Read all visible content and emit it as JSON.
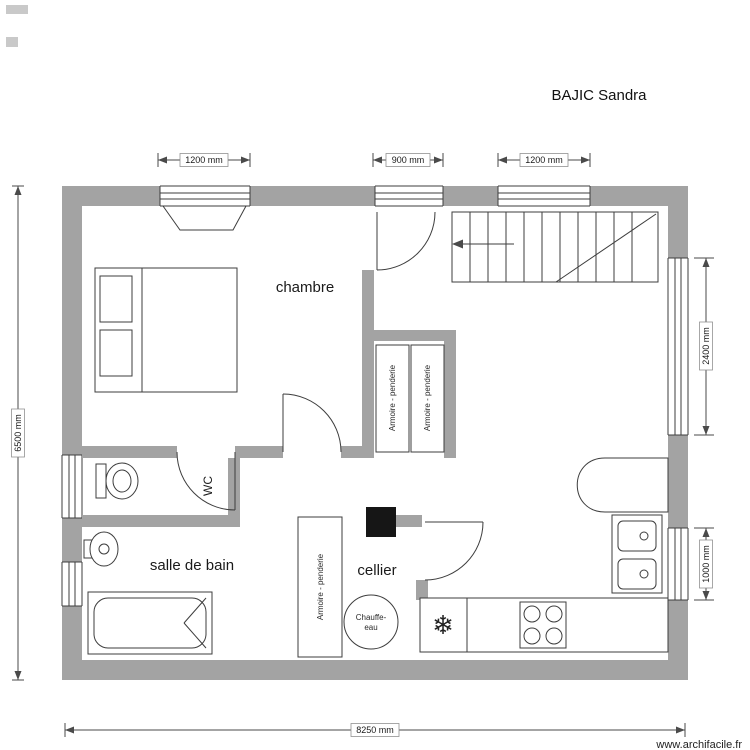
{
  "app": {
    "title": "BAJIC Sandra",
    "watermark": "www.archifacile.fr"
  },
  "rooms": {
    "chambre": {
      "label": "chambre"
    },
    "wc": {
      "label": "WC"
    },
    "salle_de_bain": {
      "label": "salle de bain"
    },
    "cellier": {
      "label": "cellier"
    }
  },
  "furniture": {
    "armoire_hall_left": {
      "label": "Armoire - penderie"
    },
    "armoire_hall_right": {
      "label": "Armoire - penderie"
    },
    "armoire_cellier": {
      "label": "Armoire - penderie"
    },
    "chauffe_eau": {
      "line1": "Chauffe-",
      "line2": "eau"
    }
  },
  "icons": {
    "snowflake": "❄"
  },
  "dimensions": {
    "window_top_left": "1200 mm",
    "window_top_middle": "900 mm",
    "window_top_right": "1200 mm",
    "wall_left": "6500 mm",
    "window_right_upper": "2400 mm",
    "window_right_lower": "1000 mm",
    "wall_bottom": "8250 mm"
  },
  "colors": {
    "wall": "#a3a3a3",
    "line": "#3d3d3d",
    "dimension": "#4a4a4a",
    "background": "#ffffff"
  }
}
